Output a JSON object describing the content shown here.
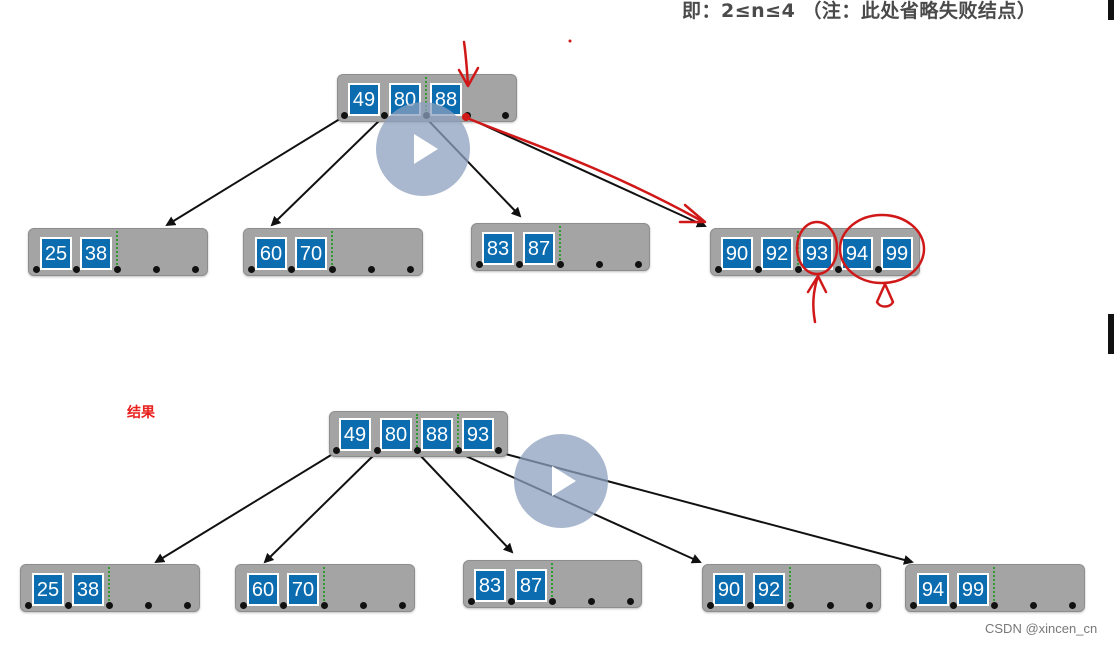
{
  "header_note": "即：2≤n≤4 （注：此处省略失败结点）",
  "result_label": "结果",
  "watermark": "CSDN @xincen_cn",
  "tree_before": {
    "root": [
      "49",
      "80",
      "88"
    ],
    "children": [
      [
        "25",
        "38"
      ],
      [
        "60",
        "70"
      ],
      [
        "83",
        "87"
      ],
      [
        "90",
        "92",
        "93",
        "94",
        "99"
      ]
    ]
  },
  "tree_after": {
    "root": [
      "49",
      "80",
      "88",
      "93"
    ],
    "children": [
      [
        "25",
        "38"
      ],
      [
        "60",
        "70"
      ],
      [
        "83",
        "87"
      ],
      [
        "90",
        "92"
      ],
      [
        "94",
        "99"
      ]
    ]
  },
  "annotation_color": "#d01818",
  "key_color": "#0b6cb0",
  "node_color": "#a4a4a4"
}
